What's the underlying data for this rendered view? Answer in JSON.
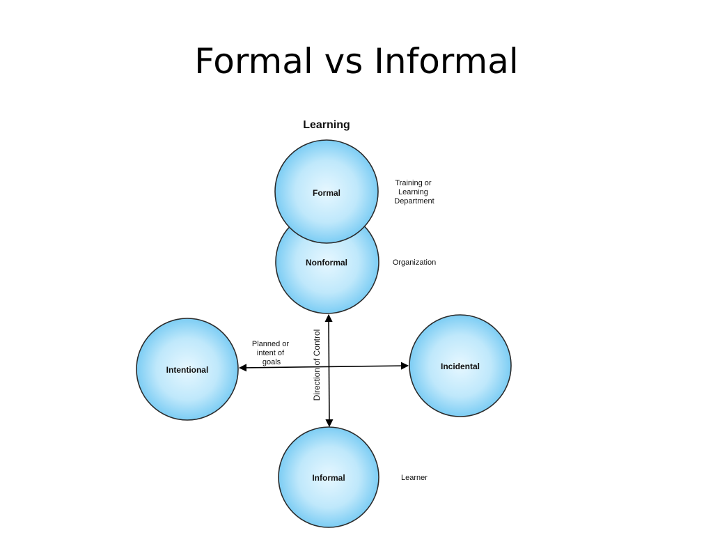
{
  "slide": {
    "title": "Formal vs Informal"
  },
  "diagram": {
    "heading": "Learning",
    "nodes": {
      "formal": "Formal",
      "nonformal": "Nonformal",
      "intentional": "Intentional",
      "incidental": "Incidental",
      "informal": "Informal"
    },
    "side_labels": {
      "formal": [
        "Training or",
        "Learning",
        "Department"
      ],
      "nonformal": "Organization",
      "informal": "Learner",
      "planned": [
        "Planned or",
        "intent of",
        "goals"
      ]
    },
    "axis_label": "Direction of  Control",
    "colors": {
      "circle_center": "#e6f7ff",
      "circle_edge": "#6cc6f2",
      "circle_stroke": "#2b2b2b"
    }
  }
}
